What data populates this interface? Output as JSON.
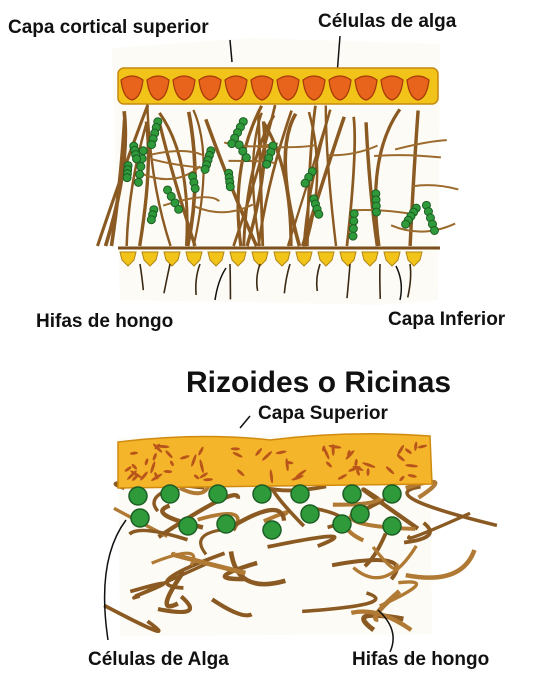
{
  "diagram_top": {
    "labels": {
      "upper_cortex": "Capa cortical superior",
      "algal_cells": "Células de alga",
      "fungal_hyphae": "Hifas de hongo",
      "lower_layer": "Capa Inferior"
    }
  },
  "diagram_bottom": {
    "title": "Rizoides o Ricinas",
    "labels": {
      "upper_layer": "Capa Superior",
      "algal_cells": "Células de Alga",
      "fungal_hyphae": "Hifas de hongo"
    }
  },
  "colors": {
    "cortex_yellow": "#f2c318",
    "cortex_orange": "#e8631b",
    "alga_green": "#2f9a3a",
    "hypha_brown": "#8a5a22",
    "upper_band_yellow": "#f5b52a"
  }
}
